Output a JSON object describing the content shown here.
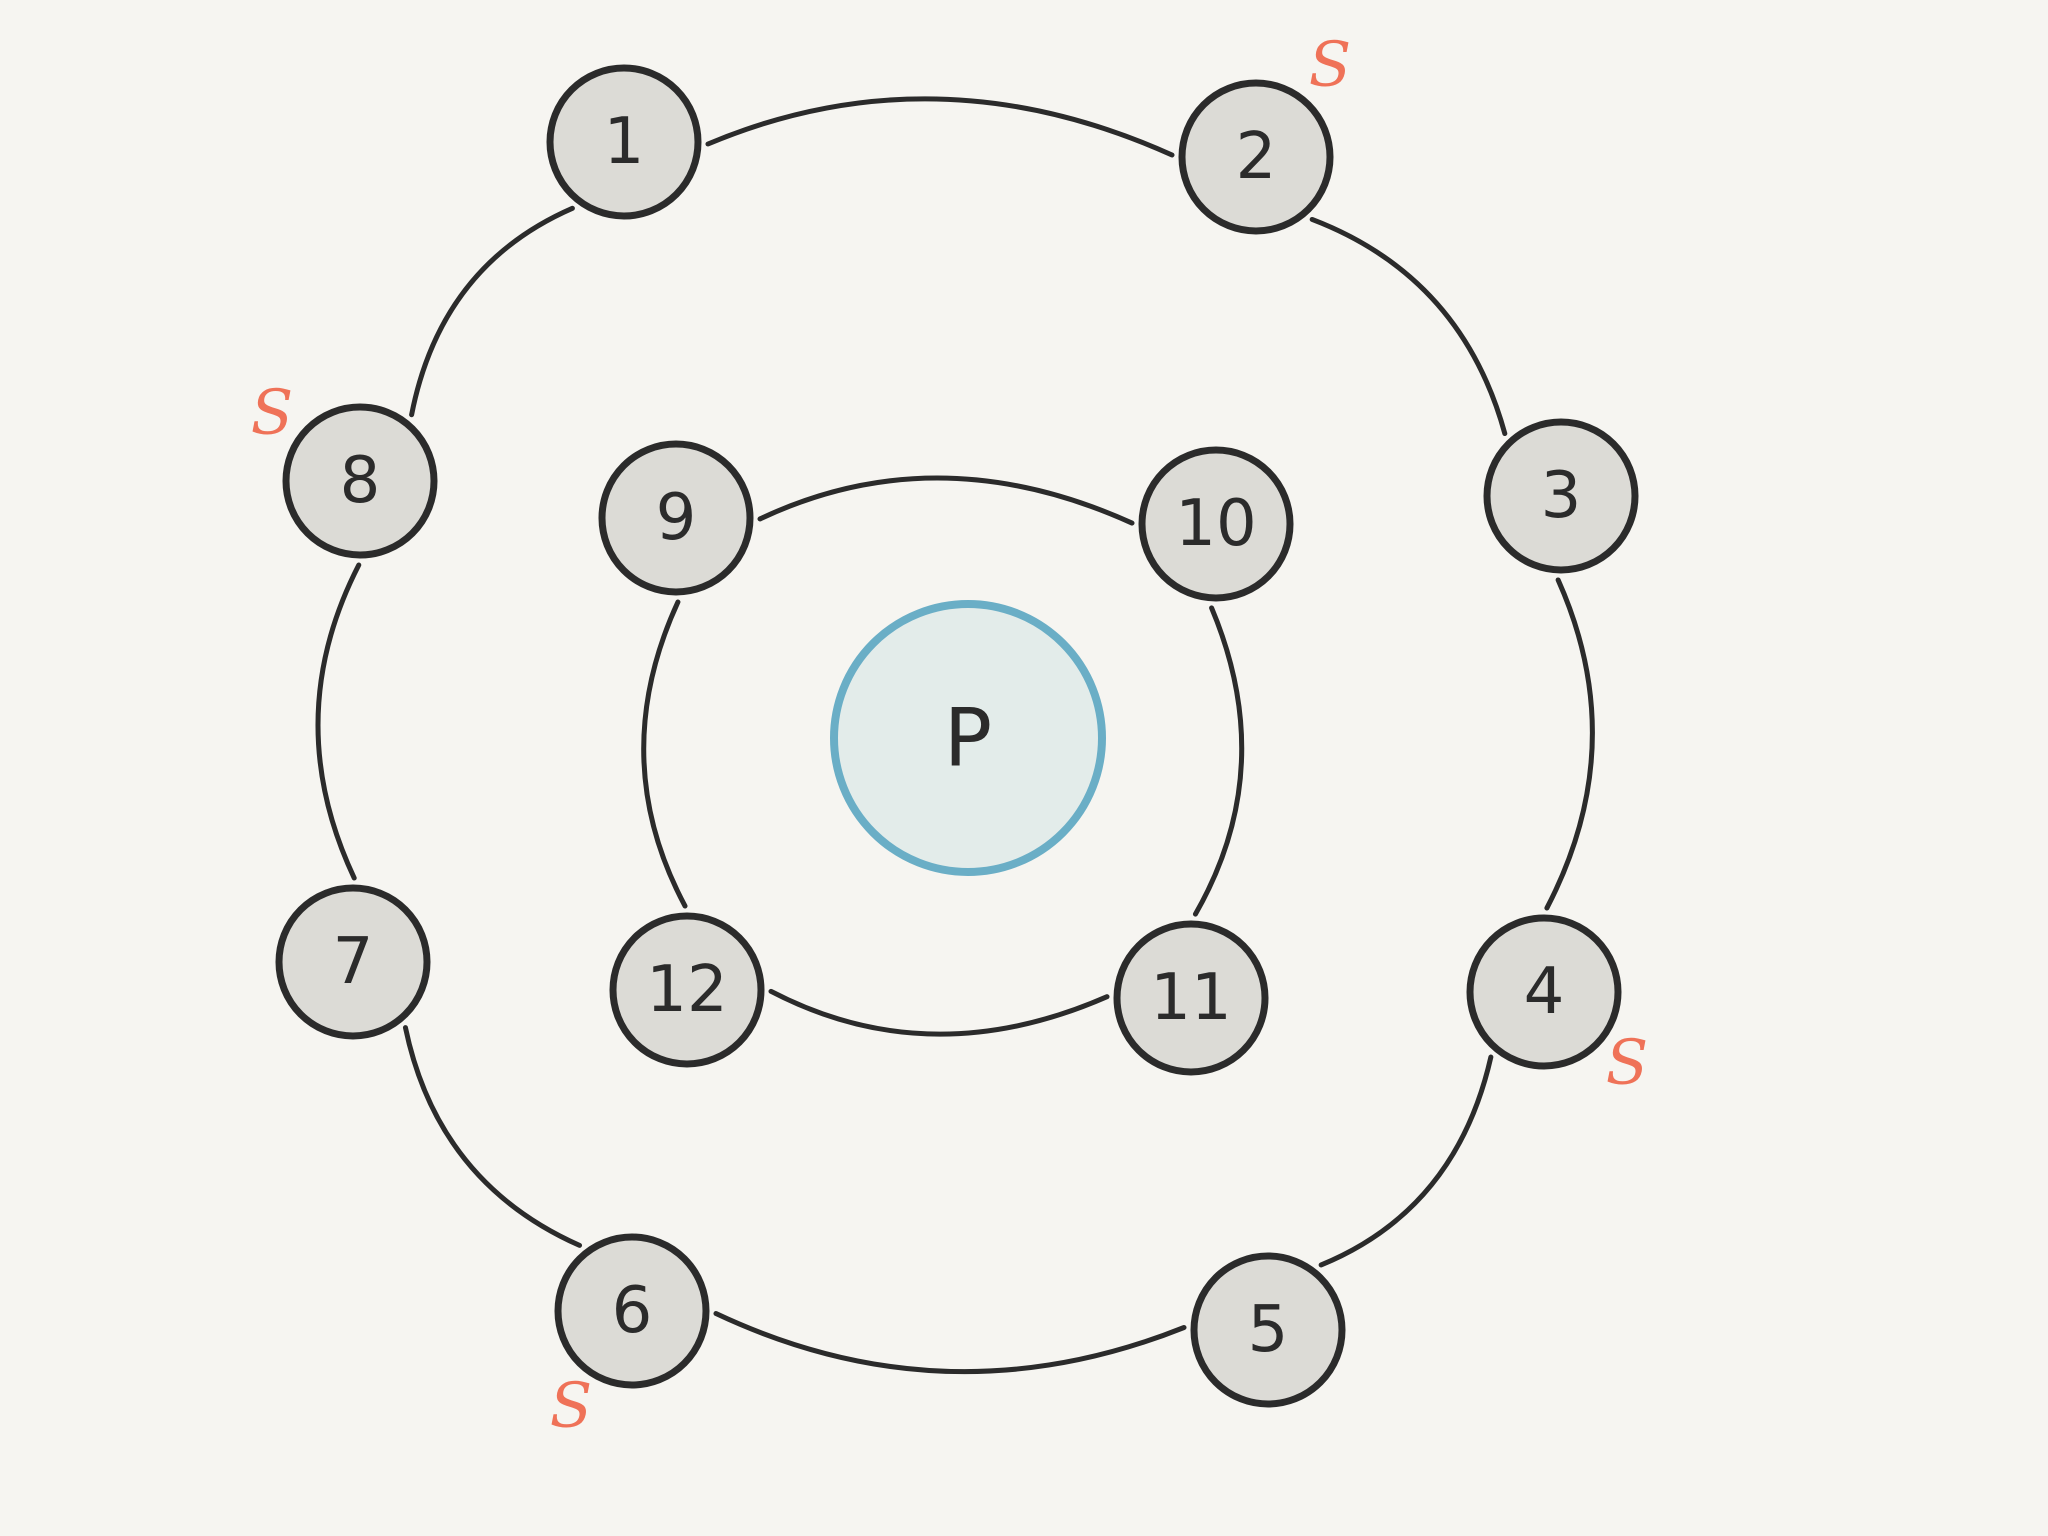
{
  "diagram": {
    "center": {
      "id": "P",
      "label": "P"
    },
    "outer_ring": [
      {
        "id": "1",
        "label": "1",
        "marked": false
      },
      {
        "id": "2",
        "label": "2",
        "marked": true
      },
      {
        "id": "3",
        "label": "3",
        "marked": false
      },
      {
        "id": "4",
        "label": "4",
        "marked": true
      },
      {
        "id": "5",
        "label": "5",
        "marked": false
      },
      {
        "id": "6",
        "label": "6",
        "marked": true
      },
      {
        "id": "7",
        "label": "7",
        "marked": false
      },
      {
        "id": "8",
        "label": "8",
        "marked": true
      }
    ],
    "inner_ring": [
      {
        "id": "9",
        "label": "9"
      },
      {
        "id": "10",
        "label": "10"
      },
      {
        "id": "11",
        "label": "11"
      },
      {
        "id": "12",
        "label": "12"
      }
    ],
    "edges": [
      [
        "1",
        "2"
      ],
      [
        "2",
        "3"
      ],
      [
        "3",
        "4"
      ],
      [
        "4",
        "5"
      ],
      [
        "5",
        "6"
      ],
      [
        "6",
        "7"
      ],
      [
        "7",
        "8"
      ],
      [
        "8",
        "1"
      ],
      [
        "9",
        "10"
      ],
      [
        "10",
        "11"
      ],
      [
        "11",
        "12"
      ],
      [
        "12",
        "9"
      ]
    ],
    "marker_text": "S",
    "colors": {
      "background": "#f6f5f1",
      "node_fill": "#dcdbd6",
      "stroke": "#2b2b2b",
      "center_fill": "#e3ecea",
      "center_stroke": "#6aaec6",
      "marker": "#ef7258"
    }
  }
}
